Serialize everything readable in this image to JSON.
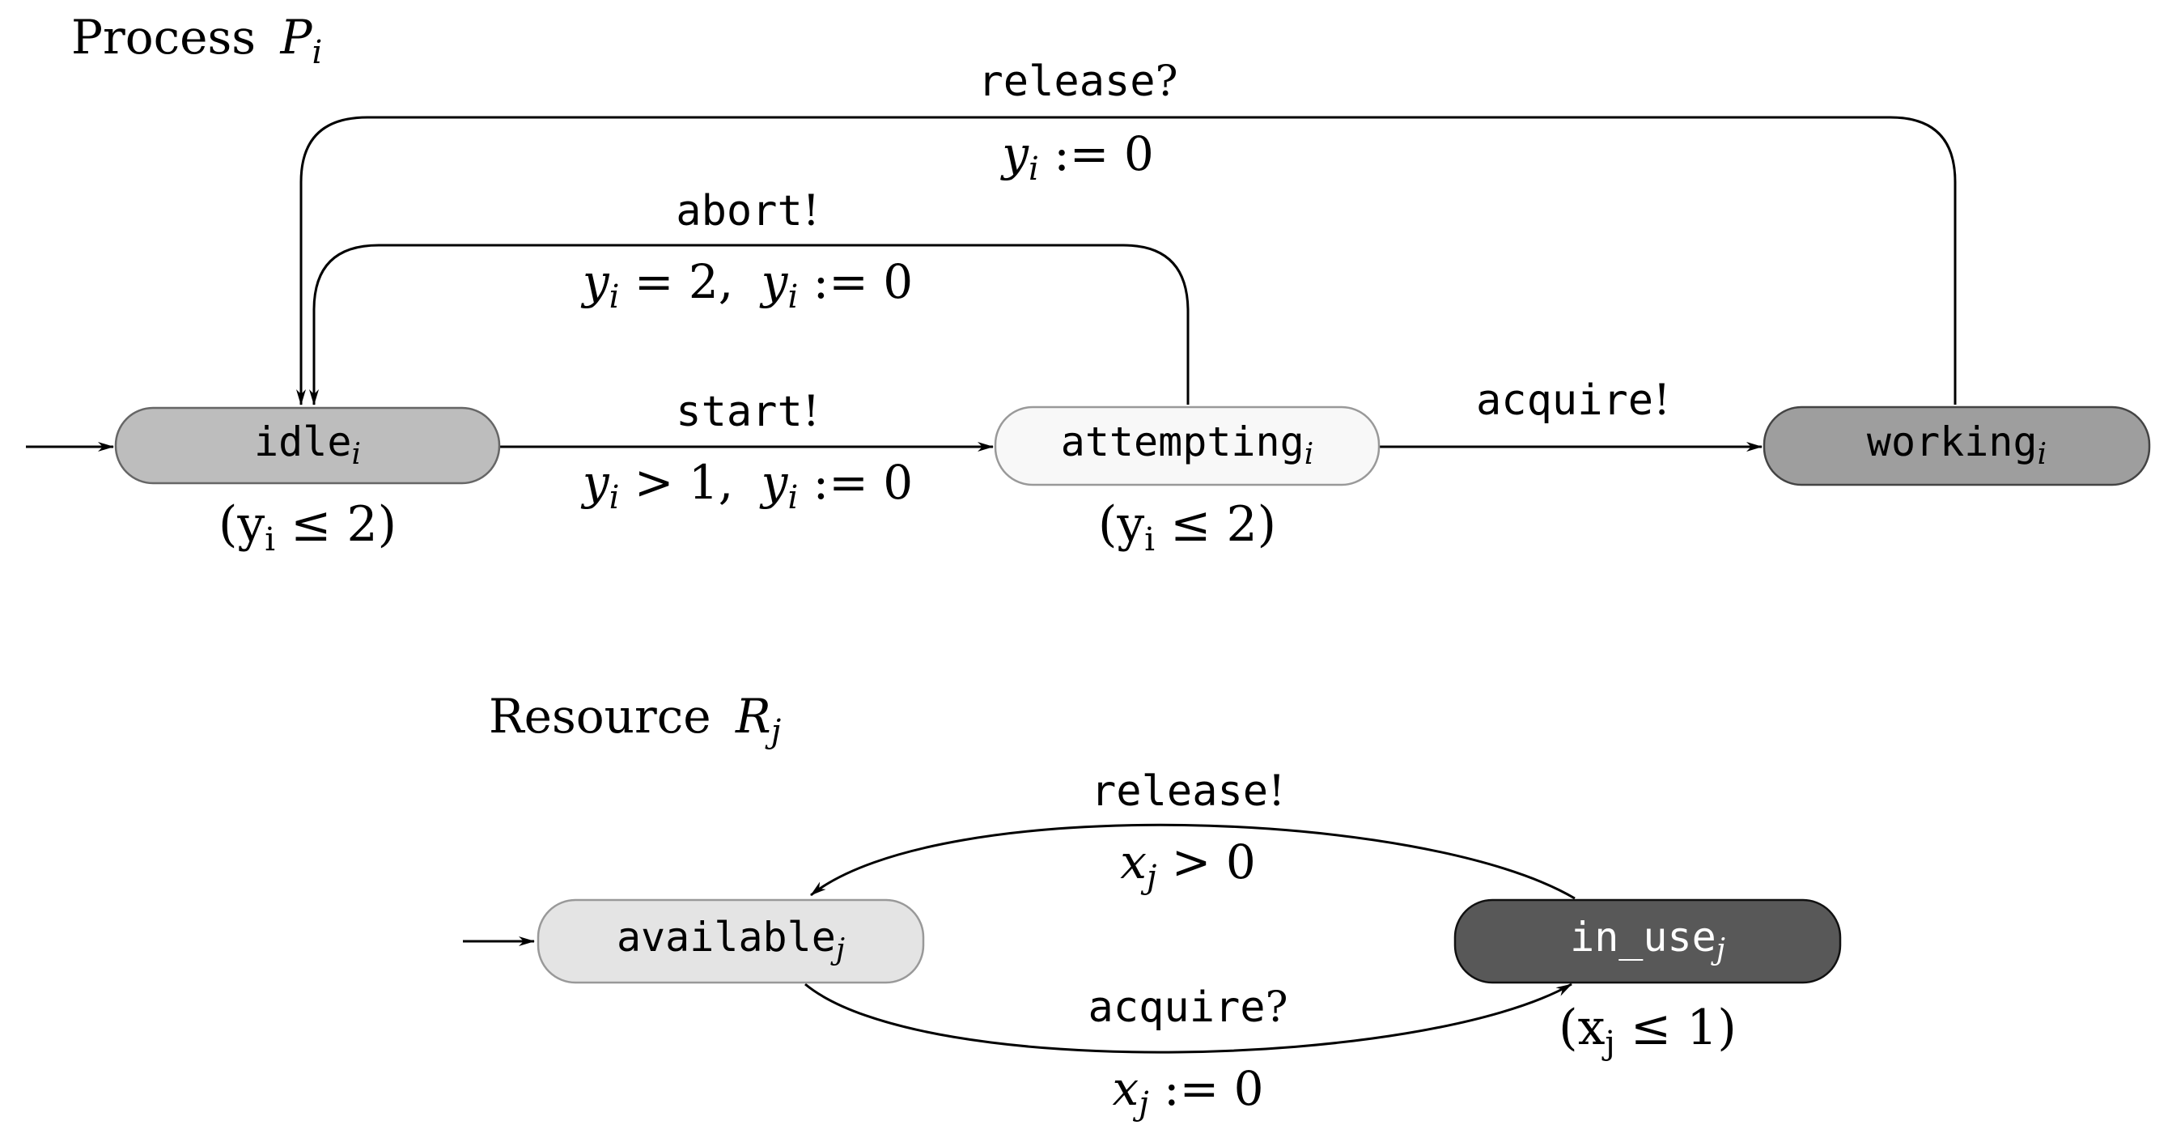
{
  "process": {
    "title": "Process",
    "title_var": "P",
    "title_sub": "i",
    "states": [
      {
        "name": "idle",
        "sub": "i",
        "invariant": "(y",
        "inv_sub": "i",
        "inv_rest": " ≤ 2)",
        "fill": "#bdbdbd",
        "text_color": "#000000"
      },
      {
        "name": "attempting",
        "sub": "i",
        "invariant": "(y",
        "inv_sub": "i",
        "inv_rest": " ≤ 2)",
        "fill": "#f8f8f8",
        "text_color": "#000000"
      },
      {
        "name": "working",
        "sub": "i",
        "fill": "#9e9e9e",
        "text_color": "#000000"
      }
    ],
    "edges": {
      "release": {
        "action": "release",
        "mark": "?",
        "update_var": "y",
        "update_sub": "i",
        "update_rest": " := 0"
      },
      "abort": {
        "action": "abort",
        "mark": "!",
        "guard_var": "y",
        "guard_sub": "i",
        "guard_rest": " = 2,",
        "update_var": "y",
        "update_sub": "i",
        "update_rest": " := 0"
      },
      "start": {
        "action": "start",
        "mark": "!",
        "guard_var": "y",
        "guard_sub": "i",
        "guard_rest": " > 1,",
        "update_var": "y",
        "update_sub": "i",
        "update_rest": " := 0"
      },
      "acquire": {
        "action": "acquire",
        "mark": "!"
      }
    }
  },
  "resource": {
    "title": "Resource",
    "title_var": "R",
    "title_sub": "j",
    "states": [
      {
        "name": "available",
        "sub": "j",
        "fill": "#e4e4e4",
        "text_color": "#000000"
      },
      {
        "name": "in_use",
        "sub": "j",
        "invariant": "(x",
        "inv_sub": "j",
        "inv_rest": " ≤ 1)",
        "fill": "#585858",
        "text_color": "#ffffff"
      }
    ],
    "edges": {
      "release": {
        "action": "release",
        "mark": "!",
        "guard_var": "x",
        "guard_sub": "j",
        "guard_rest": " > 0"
      },
      "acquire": {
        "action": "acquire",
        "mark": "?",
        "update_var": "x",
        "update_sub": "j",
        "update_rest": " := 0"
      }
    }
  }
}
